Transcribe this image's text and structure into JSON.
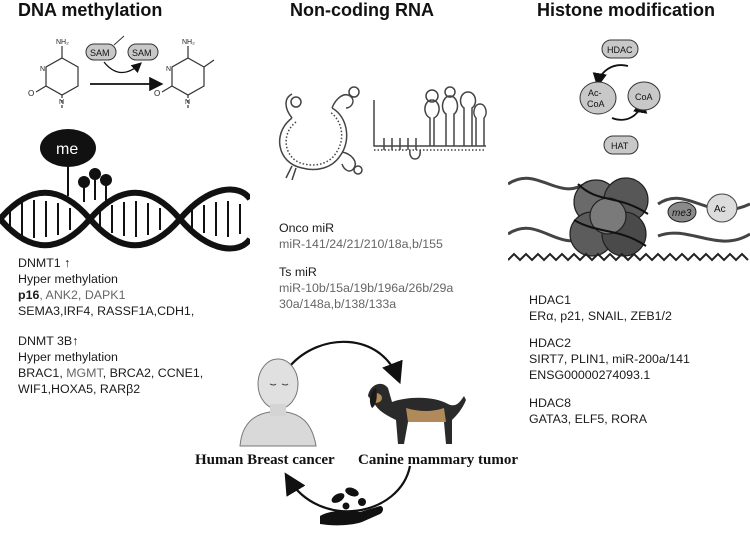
{
  "titles": {
    "dna": "DNA methylation",
    "ncrna": "Non-coding RNA",
    "histone": "Histone modification"
  },
  "dna_diagram": {
    "sam1": "SAM",
    "sam2": "SAM",
    "nh2_left": "NH₂",
    "nh2_right": "NH₂",
    "o_left": "O",
    "o_right": "O",
    "n_left_top": "N",
    "n_left_bottom": "N",
    "n_right_top": "N",
    "n_right_bottom": "N",
    "me": "me"
  },
  "dnmt1": {
    "header": "DNMT1 ↑",
    "sub": "Hyper methylation",
    "genes1_a": "p16",
    "genes1_b": ", ANK2, ",
    "genes1_c": "DAPK1",
    "genes2": "SEMA3,IRF4, RASSF1A,CDH1,"
  },
  "dnmt3b": {
    "header": "DNMT 3B↑",
    "sub": "Hyper methylation",
    "genes1_a": "BRAC1, ",
    "genes1_b": "MGMT",
    "genes1_c": ", BRCA2, CCNE1,",
    "genes2": "WIF1,HOXA5, RARβ2"
  },
  "ncrna": {
    "onco_header": "Onco miR",
    "onco_list": "miR-141/24/21/210/18a,b/155",
    "ts_header": "Ts miR",
    "ts_list1": "miR-10b/15a/19b/196a/26b/29a",
    "ts_list2": "30a/148a,b/138/133a"
  },
  "histone_diagram": {
    "hdac": "HDAC",
    "acoa_1": "Ac-",
    "acoa_2": "CoA",
    "coa": "CoA",
    "hat": "HAT",
    "me3": "me3",
    "ac": "Ac"
  },
  "hdac1": {
    "header": "HDAC1",
    "genes": "ERα, p21, SNAIL, ZEB1/2"
  },
  "hdac2": {
    "header": "HDAC2",
    "genes1": "SIRT7, PLIN1, miR-200a/141",
    "genes2": "ENSG00000274093.1"
  },
  "hdac8": {
    "header": "HDAC8",
    "genes": "GATA3, ELF5, RORA"
  },
  "bottom": {
    "human": "Human Breast cancer",
    "canine": "Canine mammary tumor"
  },
  "colors": {
    "node_fill": "#c8c8c8",
    "dark": "#111111",
    "grey_text": "#666666"
  }
}
